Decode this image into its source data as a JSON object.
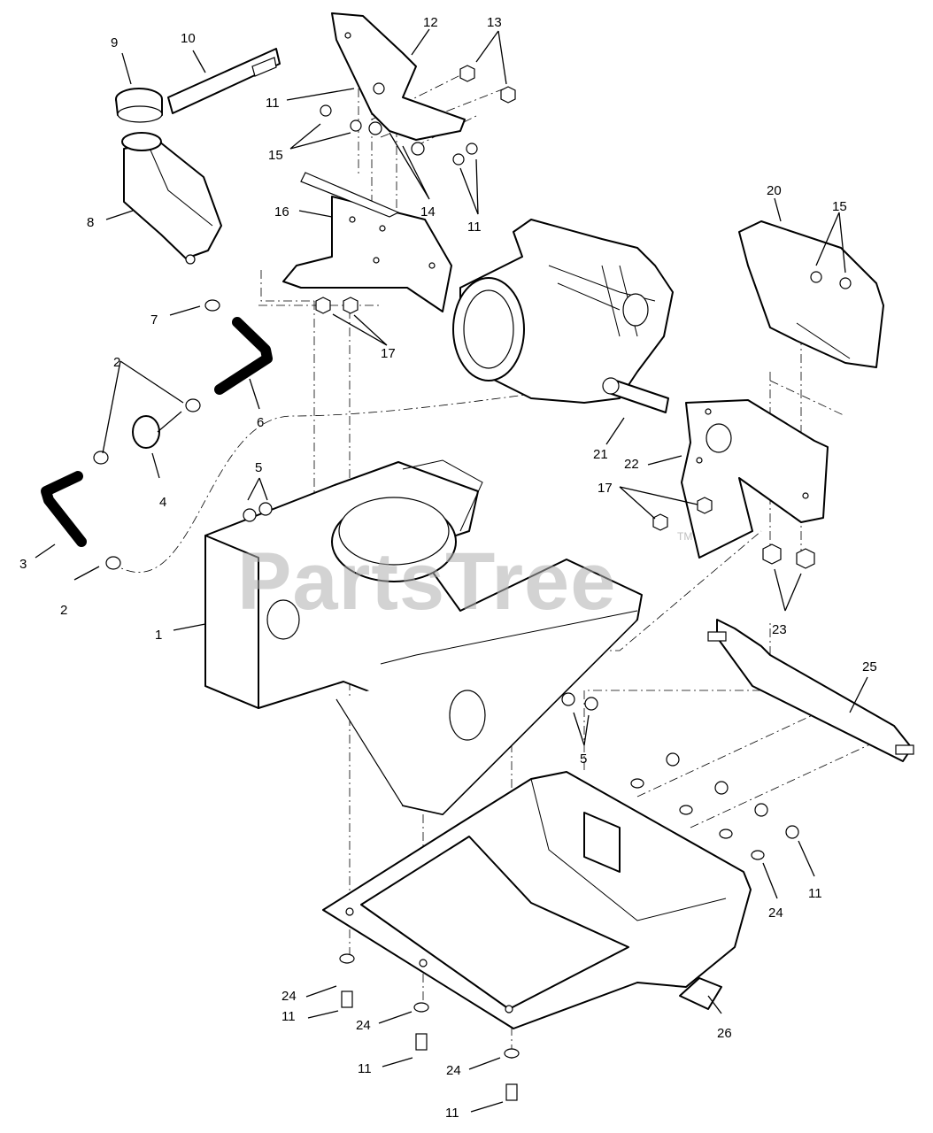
{
  "watermark": {
    "text": "PartsTree",
    "trademark": "TM"
  },
  "callouts": [
    {
      "id": "c1",
      "text": "1"
    },
    {
      "id": "c2a",
      "text": "2"
    },
    {
      "id": "c2b",
      "text": "2"
    },
    {
      "id": "c3",
      "text": "3"
    },
    {
      "id": "c4",
      "text": "4"
    },
    {
      "id": "c5a",
      "text": "5"
    },
    {
      "id": "c5b",
      "text": "5"
    },
    {
      "id": "c6",
      "text": "6"
    },
    {
      "id": "c7",
      "text": "7"
    },
    {
      "id": "c8",
      "text": "8"
    },
    {
      "id": "c9",
      "text": "9"
    },
    {
      "id": "c10",
      "text": "10"
    },
    {
      "id": "c11a",
      "text": "11"
    },
    {
      "id": "c11b",
      "text": "11"
    },
    {
      "id": "c11c",
      "text": "11"
    },
    {
      "id": "c11d",
      "text": "11"
    },
    {
      "id": "c11e",
      "text": "11"
    },
    {
      "id": "c11f",
      "text": "11"
    },
    {
      "id": "c12",
      "text": "12"
    },
    {
      "id": "c13",
      "text": "13"
    },
    {
      "id": "c14",
      "text": "14"
    },
    {
      "id": "c15a",
      "text": "15"
    },
    {
      "id": "c15b",
      "text": "15"
    },
    {
      "id": "c16",
      "text": "16"
    },
    {
      "id": "c17a",
      "text": "17"
    },
    {
      "id": "c17b",
      "text": "17"
    },
    {
      "id": "c20",
      "text": "20"
    },
    {
      "id": "c21",
      "text": "21"
    },
    {
      "id": "c22",
      "text": "22"
    },
    {
      "id": "c23",
      "text": "23"
    },
    {
      "id": "c24a",
      "text": "24"
    },
    {
      "id": "c24b",
      "text": "24"
    },
    {
      "id": "c24c",
      "text": "24"
    },
    {
      "id": "c24d",
      "text": "24"
    },
    {
      "id": "c25",
      "text": "25"
    },
    {
      "id": "c26",
      "text": "26"
    }
  ]
}
